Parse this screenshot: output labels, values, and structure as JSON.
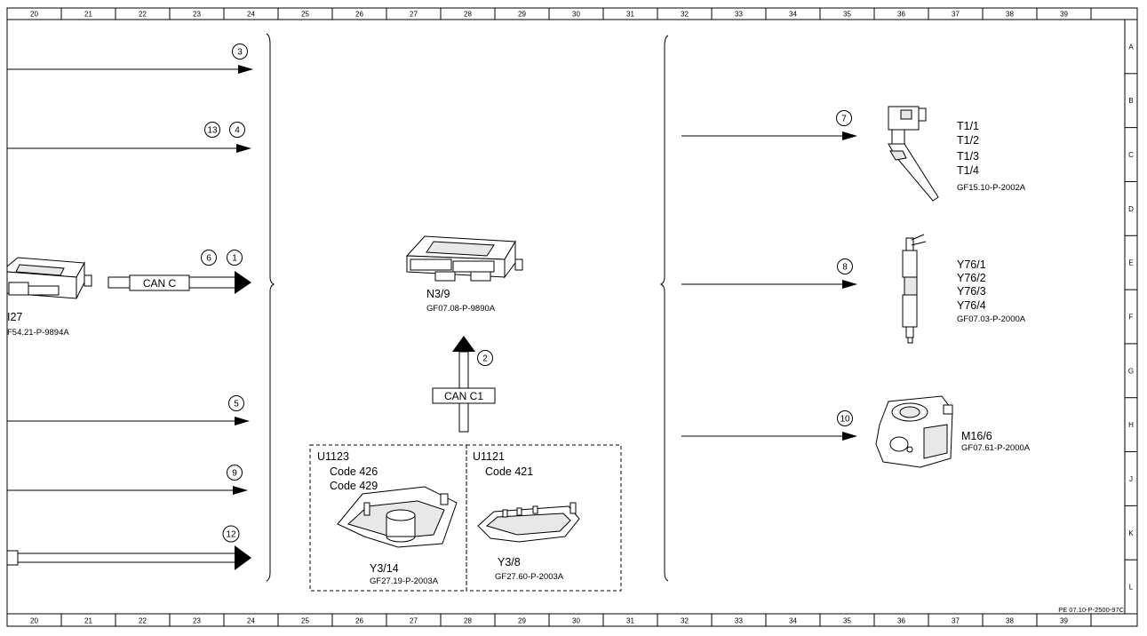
{
  "ruler": {
    "columns": [
      "20",
      "21",
      "22",
      "23",
      "24",
      "25",
      "26",
      "27",
      "28",
      "29",
      "30",
      "31",
      "32",
      "33",
      "34",
      "35",
      "36",
      "37",
      "38",
      "39"
    ],
    "rows": [
      "A",
      "B",
      "C",
      "D",
      "E",
      "F",
      "G",
      "H",
      "J",
      "K",
      "L"
    ]
  },
  "arrows_left": [
    {
      "circles": [
        "3"
      ]
    },
    {
      "circles": [
        "13",
        "4"
      ]
    },
    {
      "circles": [
        "6",
        "1"
      ],
      "can_label": "CAN C"
    },
    {
      "circles": [
        "5"
      ]
    },
    {
      "circles": [
        "9"
      ]
    },
    {
      "circles": [
        "12"
      ]
    }
  ],
  "left_component": {
    "label": "I27",
    "ref": "F54.21-P-9894A"
  },
  "center_component": {
    "label": "N3/9",
    "ref": "GF07.08-P-9890A"
  },
  "center_arrow": {
    "circle": "2",
    "can_label": "CAN C1"
  },
  "valve_bodies": [
    {
      "group": "U1123",
      "codes": [
        "Code 426",
        "Code 429"
      ],
      "label": "Y3/14",
      "ref": "GF27.19-P-2003A"
    },
    {
      "group": "U1121",
      "codes": [
        "Code 421"
      ],
      "label": "Y3/8",
      "ref": "GF27.60-P-2003A"
    }
  ],
  "right_components": [
    {
      "circle": "7",
      "labels": [
        "T1/1",
        "T1/2",
        "T1/3",
        "T1/4"
      ],
      "ref": "GF15.10-P-2002A"
    },
    {
      "circle": "8",
      "labels": [
        "Y76/1",
        "Y76/2",
        "Y76/3",
        "Y76/4"
      ],
      "ref": "GF07.03-P-2000A"
    },
    {
      "circle": "10",
      "labels": [
        "M16/6"
      ],
      "ref": "GF07.61-P-2000A"
    }
  ],
  "document_id": "PE 07.10-P-2500-97C"
}
